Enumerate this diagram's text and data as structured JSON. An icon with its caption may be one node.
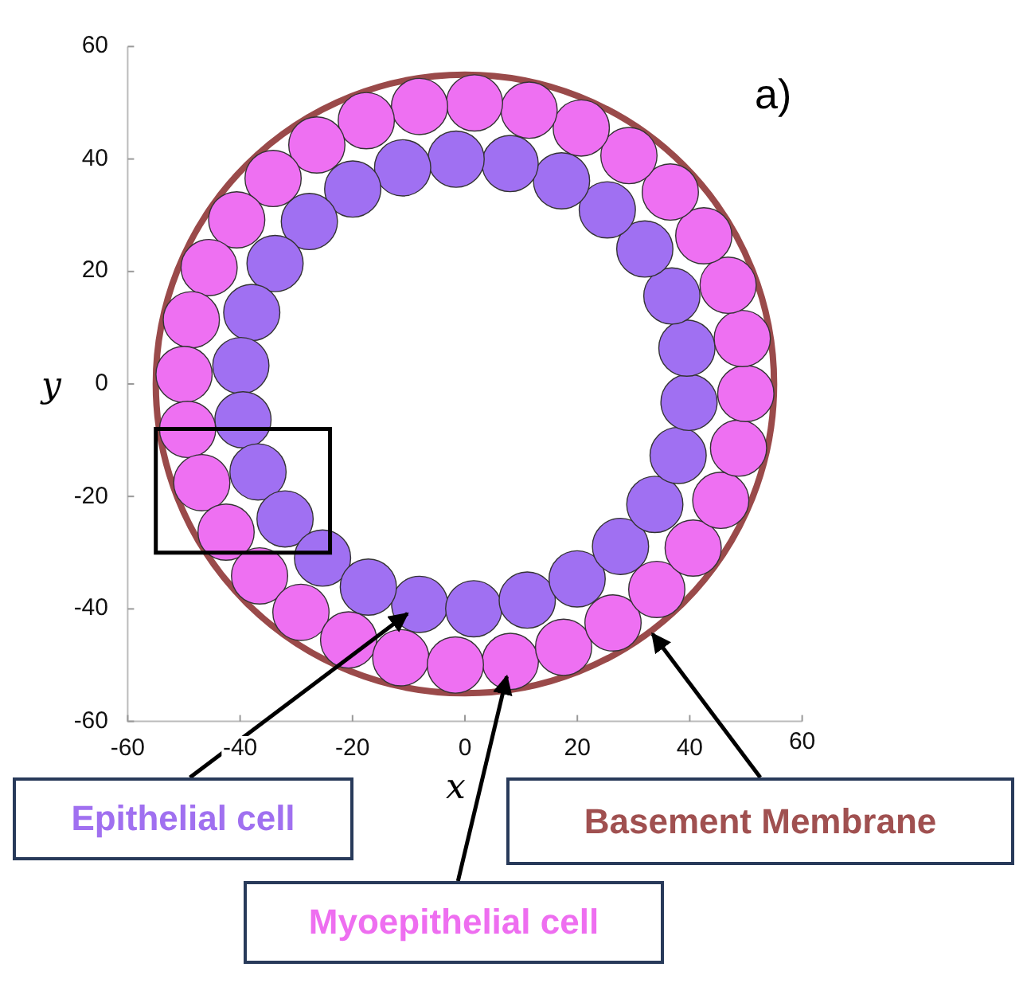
{
  "diagram": {
    "nodes": [
      {
        "text": [
          "Epithelial cell"
        ]
      },
      {
        "text": [
          "Basement Membrane"
        ]
      },
      {
        "text": [
          "Myoepithelial cell"
        ]
      },
      {
        "text": [],
        "shape": "circle",
        "in": 5
      },
      {
        "text": [],
        "shape": "circle",
        "in": 5
      },
      {
        "text": [],
        "shape": "circle"
      }
    ],
    "edges": [
      {
        "from": 0,
        "to": 3,
        "arrow": "to"
      },
      {
        "from": 2,
        "to": 4,
        "arrow": "to"
      },
      {
        "from": 1,
        "to": 5,
        "arrow": "to"
      }
    ],
    "labels": [
      "a)",
      "60",
      "40",
      "20",
      "0",
      "-20",
      "-40",
      "-60",
      "-60",
      "-40",
      "-20",
      "0",
      "20",
      "40",
      "60",
      "y",
      "x"
    ]
  }
}
